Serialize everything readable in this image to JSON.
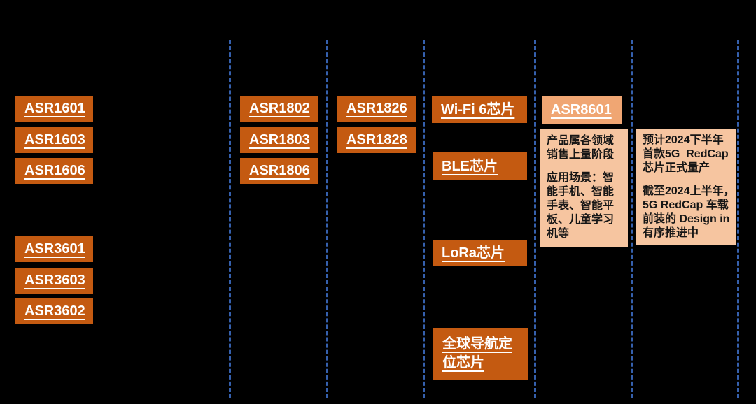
{
  "diagram": {
    "background_color": "#000000",
    "divider_color": "#3560AD",
    "chip_fill_color": "#C45A11",
    "chip_text_color": "#FFFFFF",
    "highlight_chip_fill_color": "#F0A673",
    "note_fill_color": "#F6C5A0",
    "note_text_color": "#161616"
  },
  "chips": [
    {
      "label": "ASR1601"
    },
    {
      "label": "ASR1603"
    },
    {
      "label": "ASR1606"
    },
    {
      "label": "ASR3601"
    },
    {
      "label": "ASR3603"
    },
    {
      "label": "ASR3602"
    },
    {
      "label": "ASR1802"
    },
    {
      "label": "ASR1803"
    },
    {
      "label": "ASR1806"
    },
    {
      "label": "ASR1826"
    },
    {
      "label": "ASR1828"
    },
    {
      "label": "Wi-Fi 6芯片"
    },
    {
      "label": "BLE芯片"
    },
    {
      "label": "LoRa芯片"
    },
    {
      "label": "全球导航定\n位芯片"
    },
    {
      "label": "ASR8601"
    }
  ],
  "notes": [
    {
      "paragraphs": [
        "产品属各领域\n销售上量阶段",
        "应用场景：智\n能手机、智能\n手表、智能平\n板、儿童学习\n机等"
      ]
    },
    {
      "paragraphs": [
        "预计2024下半年\n首款5G  RedCap\n芯片正式量产",
        "截至2024上半年，\n5G RedCap 车载\n前装的 Design in\n有序推进中"
      ]
    }
  ]
}
